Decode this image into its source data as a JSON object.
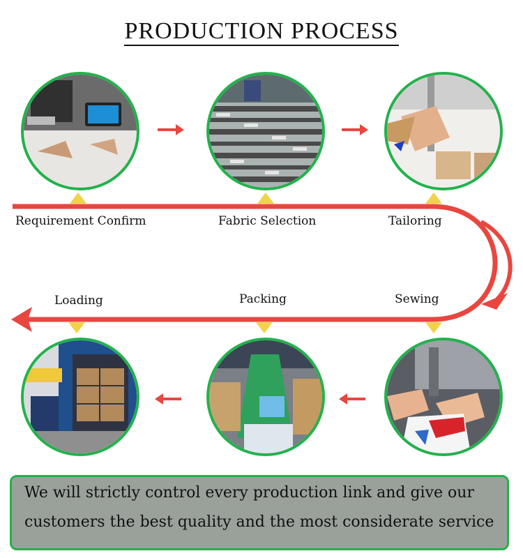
{
  "title": "PRODUCTION PROCESS",
  "steps": [
    {
      "label": "Requirement Confirm",
      "icon": "requirement-photo"
    },
    {
      "label": "Fabric Selection",
      "icon": "fabric-photo"
    },
    {
      "label": "Tailoring",
      "icon": "tailoring-photo"
    },
    {
      "label": "Sewing",
      "icon": "sewing-photo"
    },
    {
      "label": "Packing",
      "icon": "packing-photo"
    },
    {
      "label": "Loading",
      "icon": "loading-photo"
    }
  ],
  "caption": {
    "line1": "We will strictly control every production link and give our",
    "line2": "customers the best quality and the most considerate service"
  },
  "colors": {
    "accent": "#e8463f",
    "ring": "#22b24c",
    "pointer": "#f2d24a",
    "caption_bg": "#9aa19b"
  }
}
